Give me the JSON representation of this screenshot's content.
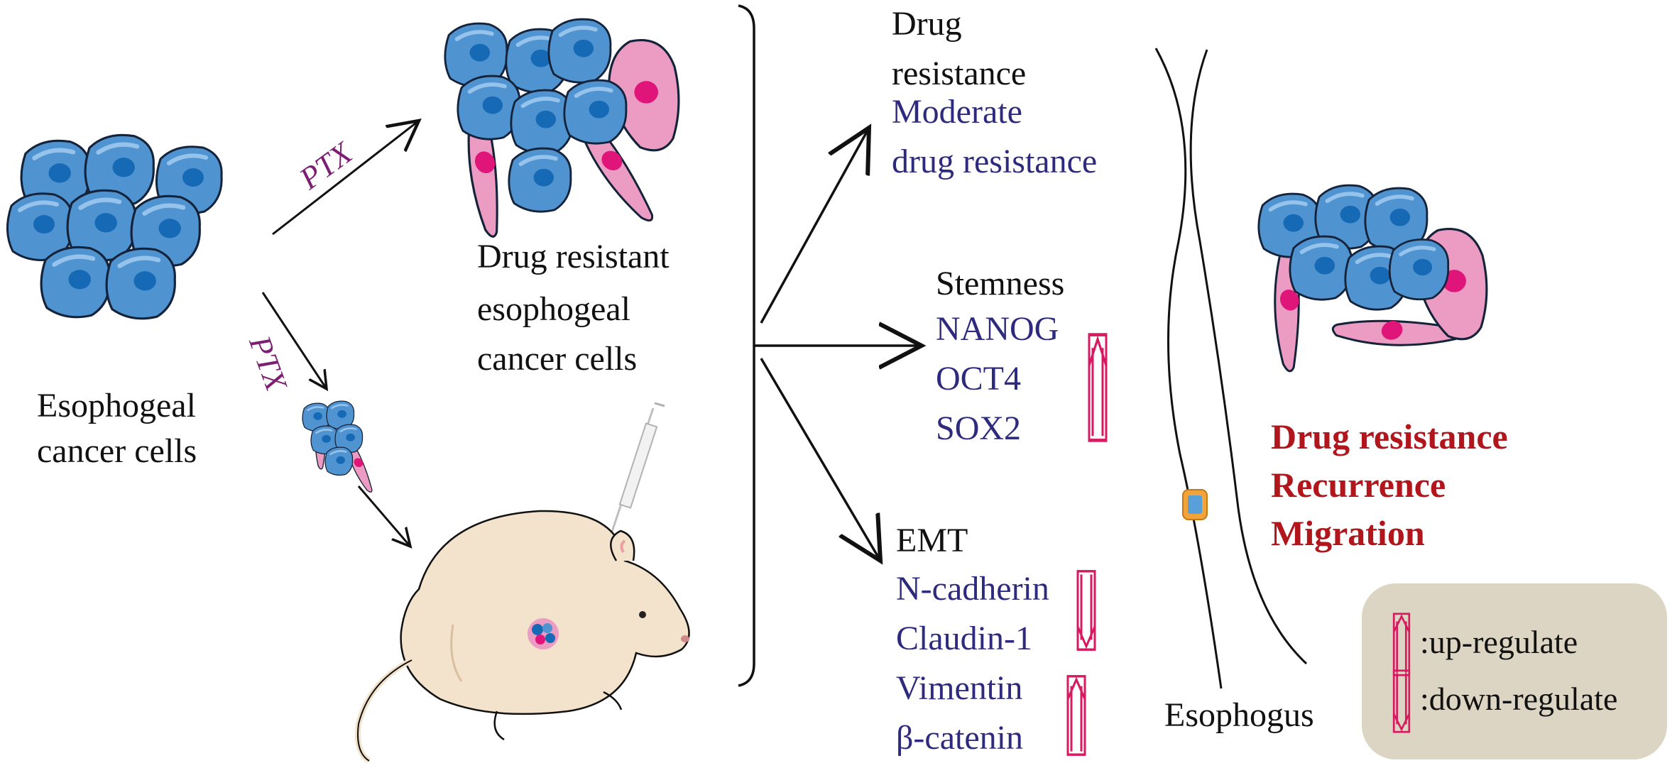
{
  "left": {
    "cells_label": [
      "Esophogeal",
      "cancer cells"
    ],
    "ptx_upper": "PTX",
    "ptx_lower": "PTX"
  },
  "middle": {
    "resistant_label": [
      "Drug resistant",
      "esophogeal",
      "cancer cells"
    ]
  },
  "outcomes": {
    "drug": {
      "title": [
        "Drug",
        "resistance"
      ],
      "detail": [
        "Moderate",
        "drug resistance"
      ]
    },
    "stemness": {
      "title": "Stemness",
      "markers": [
        "NANOG",
        "OCT4",
        "SOX2"
      ],
      "regulation": "up"
    },
    "emt": {
      "title": "EMT",
      "markers": [
        {
          "name": "N-cadherin",
          "regulation": "down"
        },
        {
          "name": "Claudin-1",
          "regulation": "down"
        },
        {
          "name": "Vimentin",
          "regulation": "up"
        },
        {
          "name": "β-catenin",
          "regulation": "up"
        }
      ]
    }
  },
  "right": {
    "esophagus_label": "Esophogus",
    "effects": [
      "Drug resistance",
      "Recurrence",
      "Migration"
    ]
  },
  "legend": {
    "up": ":up-regulate",
    "down": ":down-regulate"
  },
  "colors": {
    "blue_cell": "#4f93d1",
    "blue_nucleus": "#1669b5",
    "pink_cell": "#ec9cc3",
    "pink_nucleus": "#e0157a",
    "marker_text": "#2e2b7e",
    "effect_text": "#b0161c",
    "regulation_arrow": "#d81b60",
    "mouse_body": "#f3e2cc",
    "legend_bg": "#ddd5c3"
  }
}
